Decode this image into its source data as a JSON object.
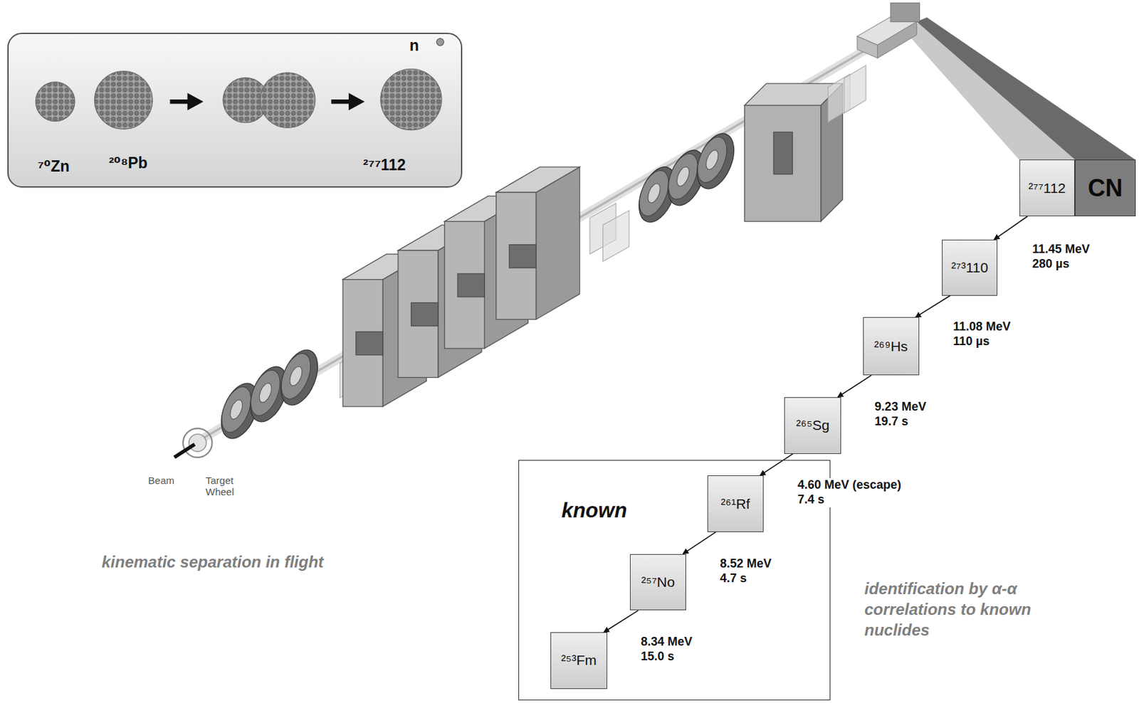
{
  "diagram": {
    "nodes": [
      {
        "text": [
          "⁷⁰Zn",
          "²⁰⁸Pb",
          "²⁷⁷112",
          "n"
        ]
      },
      {
        "text": [
          "²⁷⁷112"
        ]
      },
      {
        "text": [
          "CN"
        ]
      },
      {
        "text": [
          "²⁷³110"
        ]
      },
      {
        "text": [
          "²⁶⁹Hs"
        ]
      },
      {
        "text": [
          "²⁶⁵Sg"
        ]
      },
      {
        "text": [
          "known"
        ]
      },
      {
        "text": [
          "²⁶¹Rf"
        ],
        "in": 6
      },
      {
        "text": [
          "²⁵⁷No"
        ],
        "in": 6
      },
      {
        "text": [
          "²⁵³Fm"
        ],
        "in": 6
      }
    ],
    "edges": [
      {
        "from": 1,
        "to": 3,
        "arrow": "to",
        "label": "11.45 MeV 280 µs"
      },
      {
        "from": 3,
        "to": 4,
        "arrow": "to",
        "label": "11.08 MeV 110 µs"
      },
      {
        "from": 4,
        "to": 5,
        "arrow": "to",
        "label": "9.23 MeV 19.7 s"
      },
      {
        "from": 5,
        "to": 7,
        "arrow": "to",
        "label": "4.60 MeV (escape) 7.4 s"
      },
      {
        "from": 7,
        "to": 8,
        "arrow": "to",
        "label": "8.52 MeV 4.7 s"
      },
      {
        "from": 8,
        "to": 9,
        "arrow": "to",
        "label": "8.34 MeV 15.0 s"
      }
    ],
    "labels": [
      "Beam",
      "Target Wheel",
      "kinematic separation in flight",
      "identification by α-α correlations to known nuclides"
    ]
  }
}
